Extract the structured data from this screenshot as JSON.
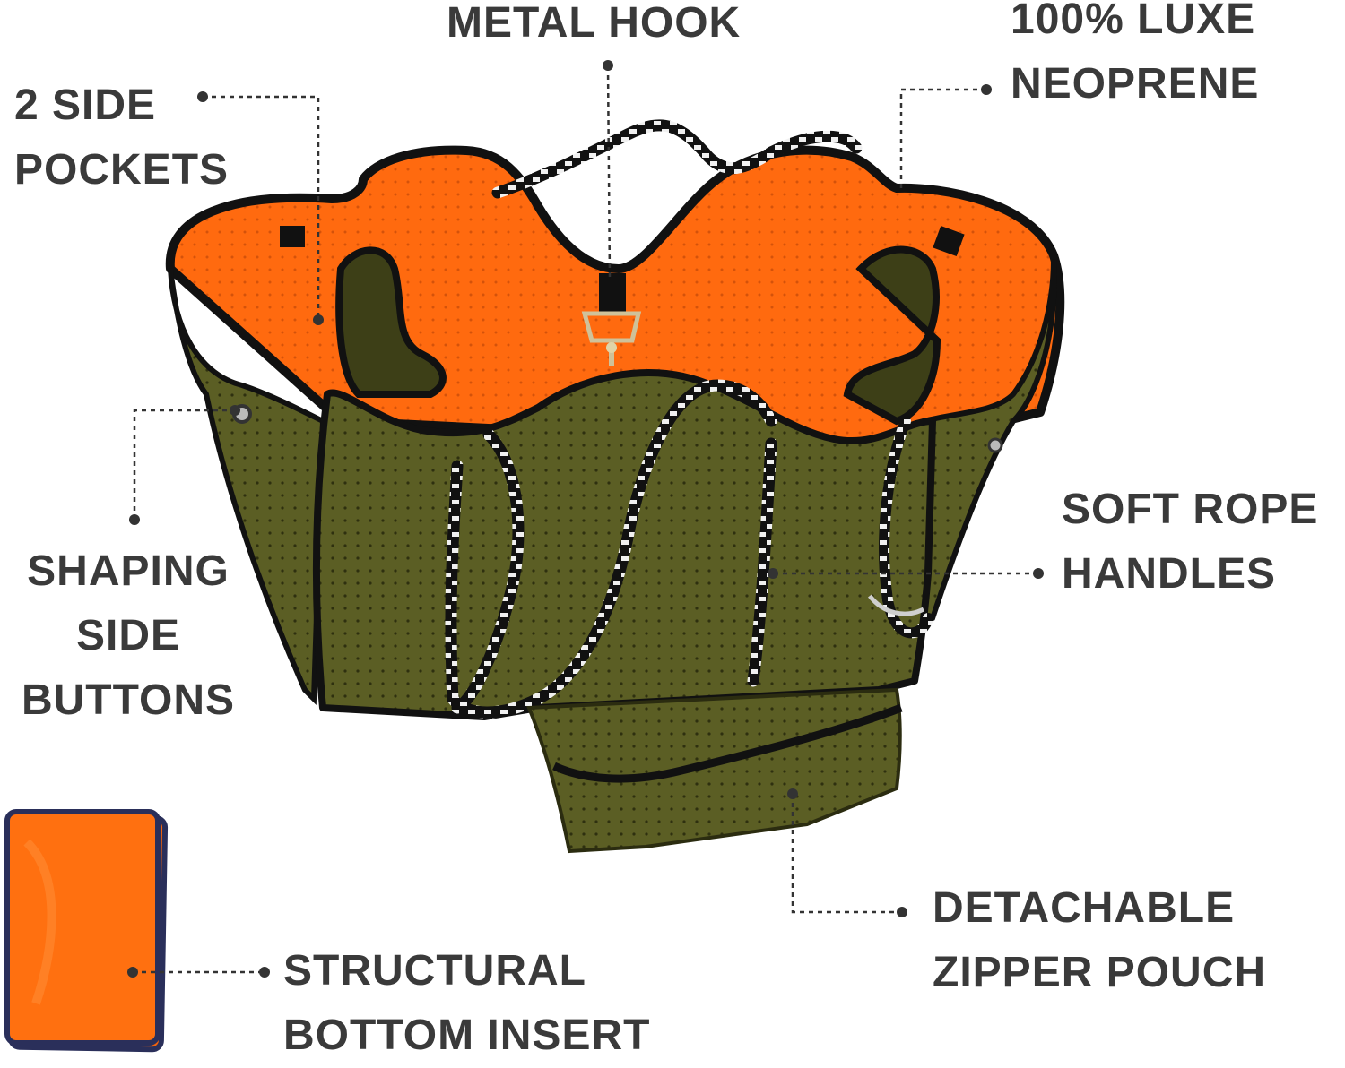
{
  "colors": {
    "olive": "#5b5e24",
    "olive_dark": "#4a4d1c",
    "orange": "#ff6a0f",
    "orange_light": "#ff8a2a",
    "trim": "#111111",
    "text": "#3a3a3a",
    "insert_border": "#2a2f5a"
  },
  "features": {
    "metal_hook": [
      "METAL HOOK"
    ],
    "neoprene": [
      "100% LUXE",
      "NEOPRENE"
    ],
    "side_pockets": [
      "2 SIDE",
      "POCKETS"
    ],
    "side_buttons": [
      "SHAPING",
      "SIDE",
      "BUTTONS"
    ],
    "rope_handles": [
      "SOFT ROPE",
      "HANDLES"
    ],
    "zipper_pouch": [
      "DETACHABLE",
      "ZIPPER POUCH"
    ],
    "bottom_insert": [
      "STRUCTURAL",
      "BOTTOM INSERT"
    ]
  },
  "icons": {
    "product": "neoprene-tote-bag-illustration",
    "insert": "orange-bottom-insert-board"
  }
}
